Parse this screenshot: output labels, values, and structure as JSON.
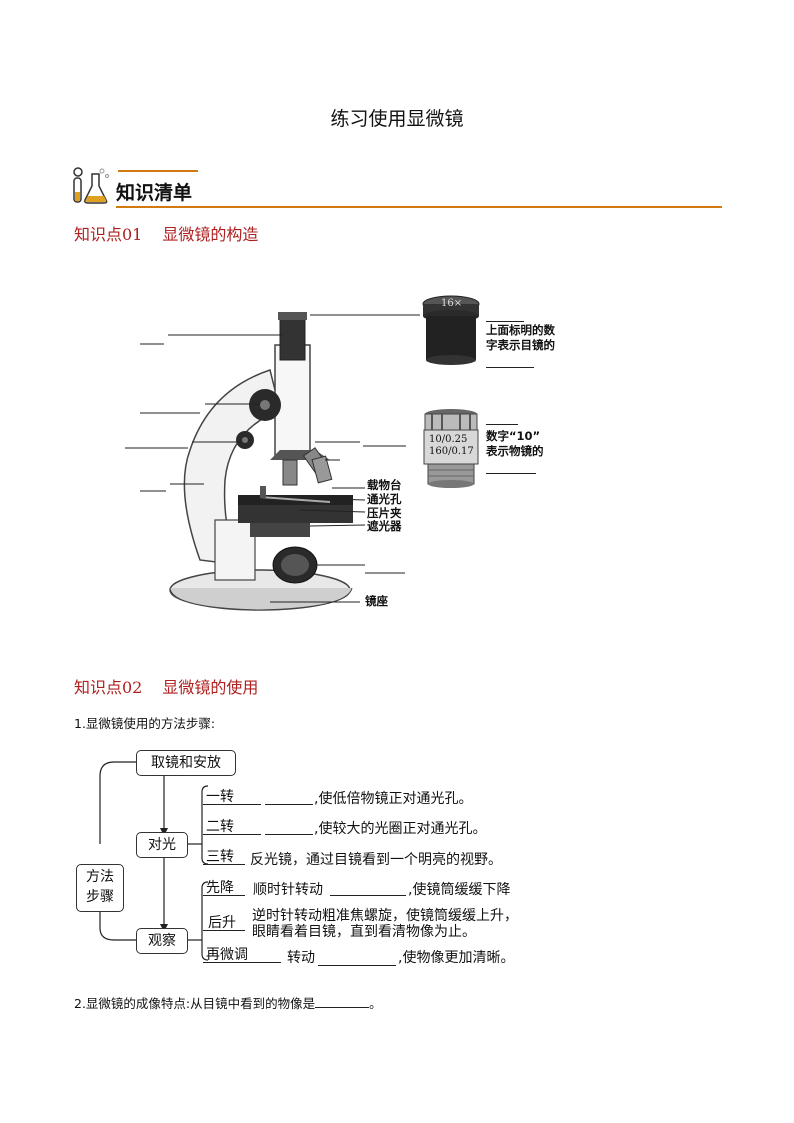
{
  "title": "练习使用显微镜",
  "banner": {
    "text": "知识清单",
    "icon": "flask-icon"
  },
  "sections": [
    {
      "num": "知识点01",
      "title": "显微镜的构造"
    },
    {
      "num": "知识点02",
      "title": "显微镜的使用"
    }
  ],
  "diagram": {
    "labels": [
      "载物台",
      "通光孔",
      "压片夹",
      "遮光器",
      "镜座"
    ],
    "eyepiece_mark": "16×",
    "eyepiece_note": [
      "上面标明的数",
      "字表示目镜的"
    ],
    "objective_mark": [
      "10/0.25",
      "160/0.17"
    ],
    "objective_note": [
      "数字“10”",
      "表示物镜的"
    ]
  },
  "steps_heading": "1.显微镜使用的方法步骤:",
  "flow": {
    "method": [
      "方法",
      "步骤"
    ],
    "step1": "取镜和安放",
    "step2": "对光",
    "step3": "观察",
    "turn1": "一转",
    "turn1_text": ",使低倍物镜正对通光孔。",
    "turn2": "二转",
    "turn2_text": ",使较大的光圈正对通光孔。",
    "turn3": "三转",
    "turn3_text": "反光镜，通过目镜看到一个明亮的视野。",
    "down": "先降",
    "down_text_a": "顺时针转动",
    "down_text_b": ",使镜筒缓缓下降",
    "up": "后升",
    "up_text_1": "逆时针转动粗准焦螺旋，使镜筒缓缓上升，",
    "up_text_2": "眼睛看着目镜，直到看清物像为止。",
    "fine": "再微调",
    "fine_text_a": "转动",
    "fine_text_b": ",使物像更加清晰。"
  },
  "imaging_a": "2.显微镜的成像特点:从目镜中看到的物像是",
  "imaging_b": "。"
}
